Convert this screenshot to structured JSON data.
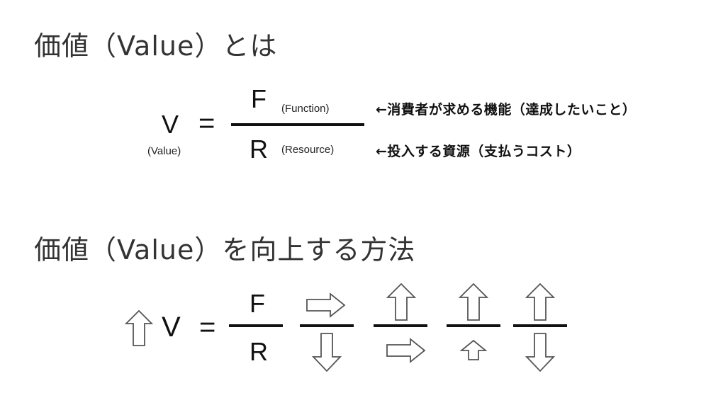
{
  "section1": {
    "heading": "価値（Value）とは",
    "formula": {
      "v": "V",
      "v_sub": "(Value)",
      "equals": "=",
      "numerator": "F",
      "numerator_sub": "(Function)",
      "denominator": "R",
      "denominator_sub": "(Resource)",
      "numerator_note": "←消費者が求める機能（達成したいこと）",
      "denominator_note": "←投入する資源（支払うコスト）"
    }
  },
  "section2": {
    "heading": "価値（Value）を向上する方法",
    "formula": {
      "v": "V",
      "equals": "=",
      "numerator": "F",
      "denominator": "R",
      "v_arrow": "up",
      "patterns": [
        {
          "numerator_arrow": "right",
          "denominator_arrow": "down"
        },
        {
          "numerator_arrow": "up",
          "denominator_arrow": "right"
        },
        {
          "numerator_arrow": "up",
          "denominator_arrow": "up-small"
        },
        {
          "numerator_arrow": "up",
          "denominator_arrow": "down"
        }
      ]
    }
  }
}
